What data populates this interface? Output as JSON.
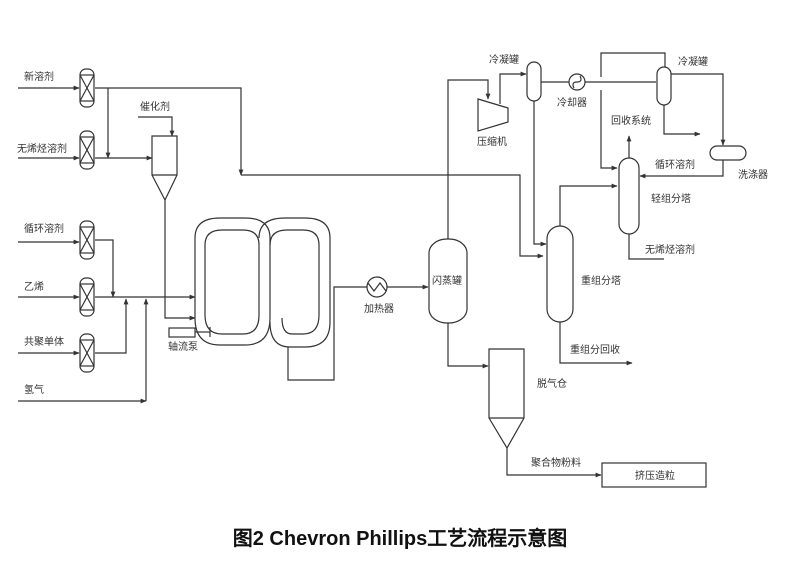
{
  "diagram": {
    "type": "process-flow",
    "caption": "图2 Chevron Phillips工艺流程示意图",
    "feeds": {
      "fresh_solvent": "新溶剂",
      "olefin_free_solvent": "无烯烃溶剂",
      "recycle_solvent": "循环溶剂",
      "ethylene": "乙烯",
      "comonomer": "共聚单体",
      "hydrogen": "氢气",
      "catalyst": "催化剂"
    },
    "equipment": {
      "axial_pump": "轴流泵",
      "heater": "加热器",
      "flash_tank": "闪蒸罐",
      "compressor": "压缩机",
      "condenser_tank_1": "冷凝罐",
      "cooler": "冷却器",
      "condenser_tank_2": "冷凝罐",
      "recovery_system": "回收系统",
      "recycle_solvent_return": "循环溶剂",
      "scrubber": "洗涤器",
      "light_column": "轻组分塔",
      "olefin_free_solvent_out": "无烯烃溶剂",
      "heavy_column": "重组分塔",
      "heavy_recovery": "重组分回收",
      "degassing_bin": "脱气仓",
      "polymer_powder": "聚合物粉料",
      "extrusion_pelletizing": "挤压造粒"
    },
    "nodes": [
      "新溶剂",
      "无烯烃溶剂",
      "循环溶剂",
      "乙烯",
      "共聚单体",
      "氢气",
      "催化剂",
      "轴流泵",
      "环管反应器",
      "加热器",
      "闪蒸罐",
      "压缩机",
      "冷凝罐",
      "冷却器",
      "冷凝罐",
      "洗涤器",
      "轻组分塔",
      "重组分塔",
      "脱气仓",
      "挤压造粒"
    ],
    "edges": [
      [
        "新溶剂",
        "无烯烃溶剂 feed line"
      ],
      [
        "新溶剂",
        "重组分塔"
      ],
      [
        "无烯烃溶剂",
        "催化剂罐"
      ],
      [
        "催化剂",
        "催化剂罐"
      ],
      [
        "催化剂罐",
        "环管反应器"
      ],
      [
        "循环溶剂",
        "环管反应器"
      ],
      [
        "乙烯",
        "环管反应器"
      ],
      [
        "共聚单体",
        "环管反应器"
      ],
      [
        "氢气",
        "环管反应器"
      ],
      [
        "轴流泵",
        "环管反应器"
      ],
      [
        "环管反应器",
        "加热器"
      ],
      [
        "加热器",
        "闪蒸罐"
      ],
      [
        "闪蒸罐",
        "压缩机"
      ],
      [
        "压缩机",
        "冷凝罐"
      ],
      [
        "冷凝罐",
        "冷却器"
      ],
      [
        "冷却器",
        "冷凝罐"
      ],
      [
        "冷凝罐",
        "重组分塔"
      ],
      [
        "冷凝罐",
        "洗涤器"
      ],
      [
        "洗涤器",
        "轻组分塔"
      ],
      [
        "轻组分塔",
        "回收系统"
      ],
      [
        "轻组分塔",
        "无烯烃溶剂"
      ],
      [
        "重组分塔",
        "轻组分塔"
      ],
      [
        "重组分塔",
        "重组分回收"
      ],
      [
        "闪蒸罐",
        "脱气仓"
      ],
      [
        "脱气仓",
        "挤压造粒"
      ]
    ]
  }
}
